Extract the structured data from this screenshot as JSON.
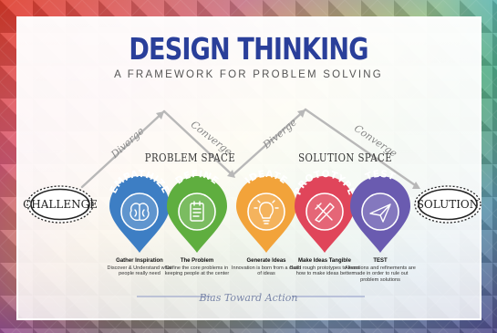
{
  "header": {
    "title": "DESIGN THINKING",
    "subtitle": "A FRAMEWORK FOR PROBLEM SOLVING"
  },
  "spaces": {
    "problem": "PROBLEM SPACE",
    "solution": "SOLUTION SPACE"
  },
  "flow": {
    "diverge_1": "Diverge",
    "converge_1": "Converge",
    "diverge_2": "Diverge",
    "converge_2": "Converge"
  },
  "endpoints": {
    "start": "CHALLENGE",
    "end": "SOLUTION"
  },
  "stages": [
    {
      "title": "EMPATHIZE",
      "color": "#3d7ec4",
      "icon": "brain-icon",
      "caption_title": "Gather Inspiration",
      "caption": "Discover & Understand what people really need"
    },
    {
      "title": "DEFINE",
      "color": "#5fae3f",
      "icon": "notepad-icon",
      "caption_title": "The Problem",
      "caption": "Define the core problems in keeping people at the center"
    },
    {
      "title": "IDEATE",
      "color": "#f2a33a",
      "icon": "lightbulb-icon",
      "caption_title": "Generate Ideas",
      "caption": "Innovation is born from a clash of ideas"
    },
    {
      "title": "PROTOTYPE",
      "color": "#e0455a",
      "icon": "tools-icon",
      "caption_title": "Make Ideas Tangible",
      "caption": "Build rough prototypes to learn how to make ideas better"
    },
    {
      "title": "TEST",
      "color": "#6a5bb0",
      "icon": "paper-plane-icon",
      "caption_title": "TEST",
      "caption": "Alterations and refinements are made in order to rule out problem solutions"
    }
  ],
  "footer": {
    "bias": "Bias Toward Action"
  },
  "colors": {
    "title": "#2a3f9a",
    "arrow": "#b8b8b8",
    "bias_line": "#8a96c4"
  }
}
